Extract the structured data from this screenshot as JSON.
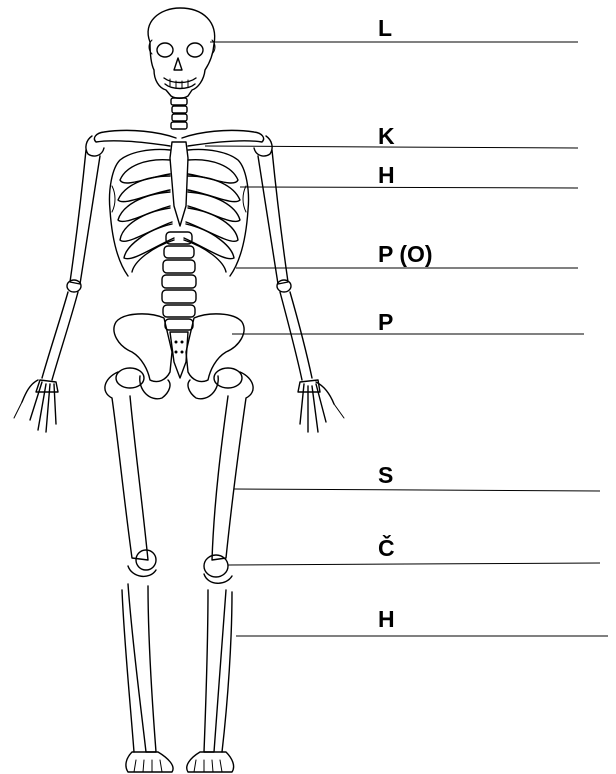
{
  "labels": [
    {
      "id": "skull",
      "text": "L"
    },
    {
      "id": "clavicle",
      "text": "K"
    },
    {
      "id": "sternum",
      "text": "H"
    },
    {
      "id": "spine",
      "text": "P (O)"
    },
    {
      "id": "pelvis",
      "text": "P"
    },
    {
      "id": "femur",
      "text": "S"
    },
    {
      "id": "kneecap",
      "text": "Č"
    },
    {
      "id": "shin",
      "text": "H"
    }
  ]
}
